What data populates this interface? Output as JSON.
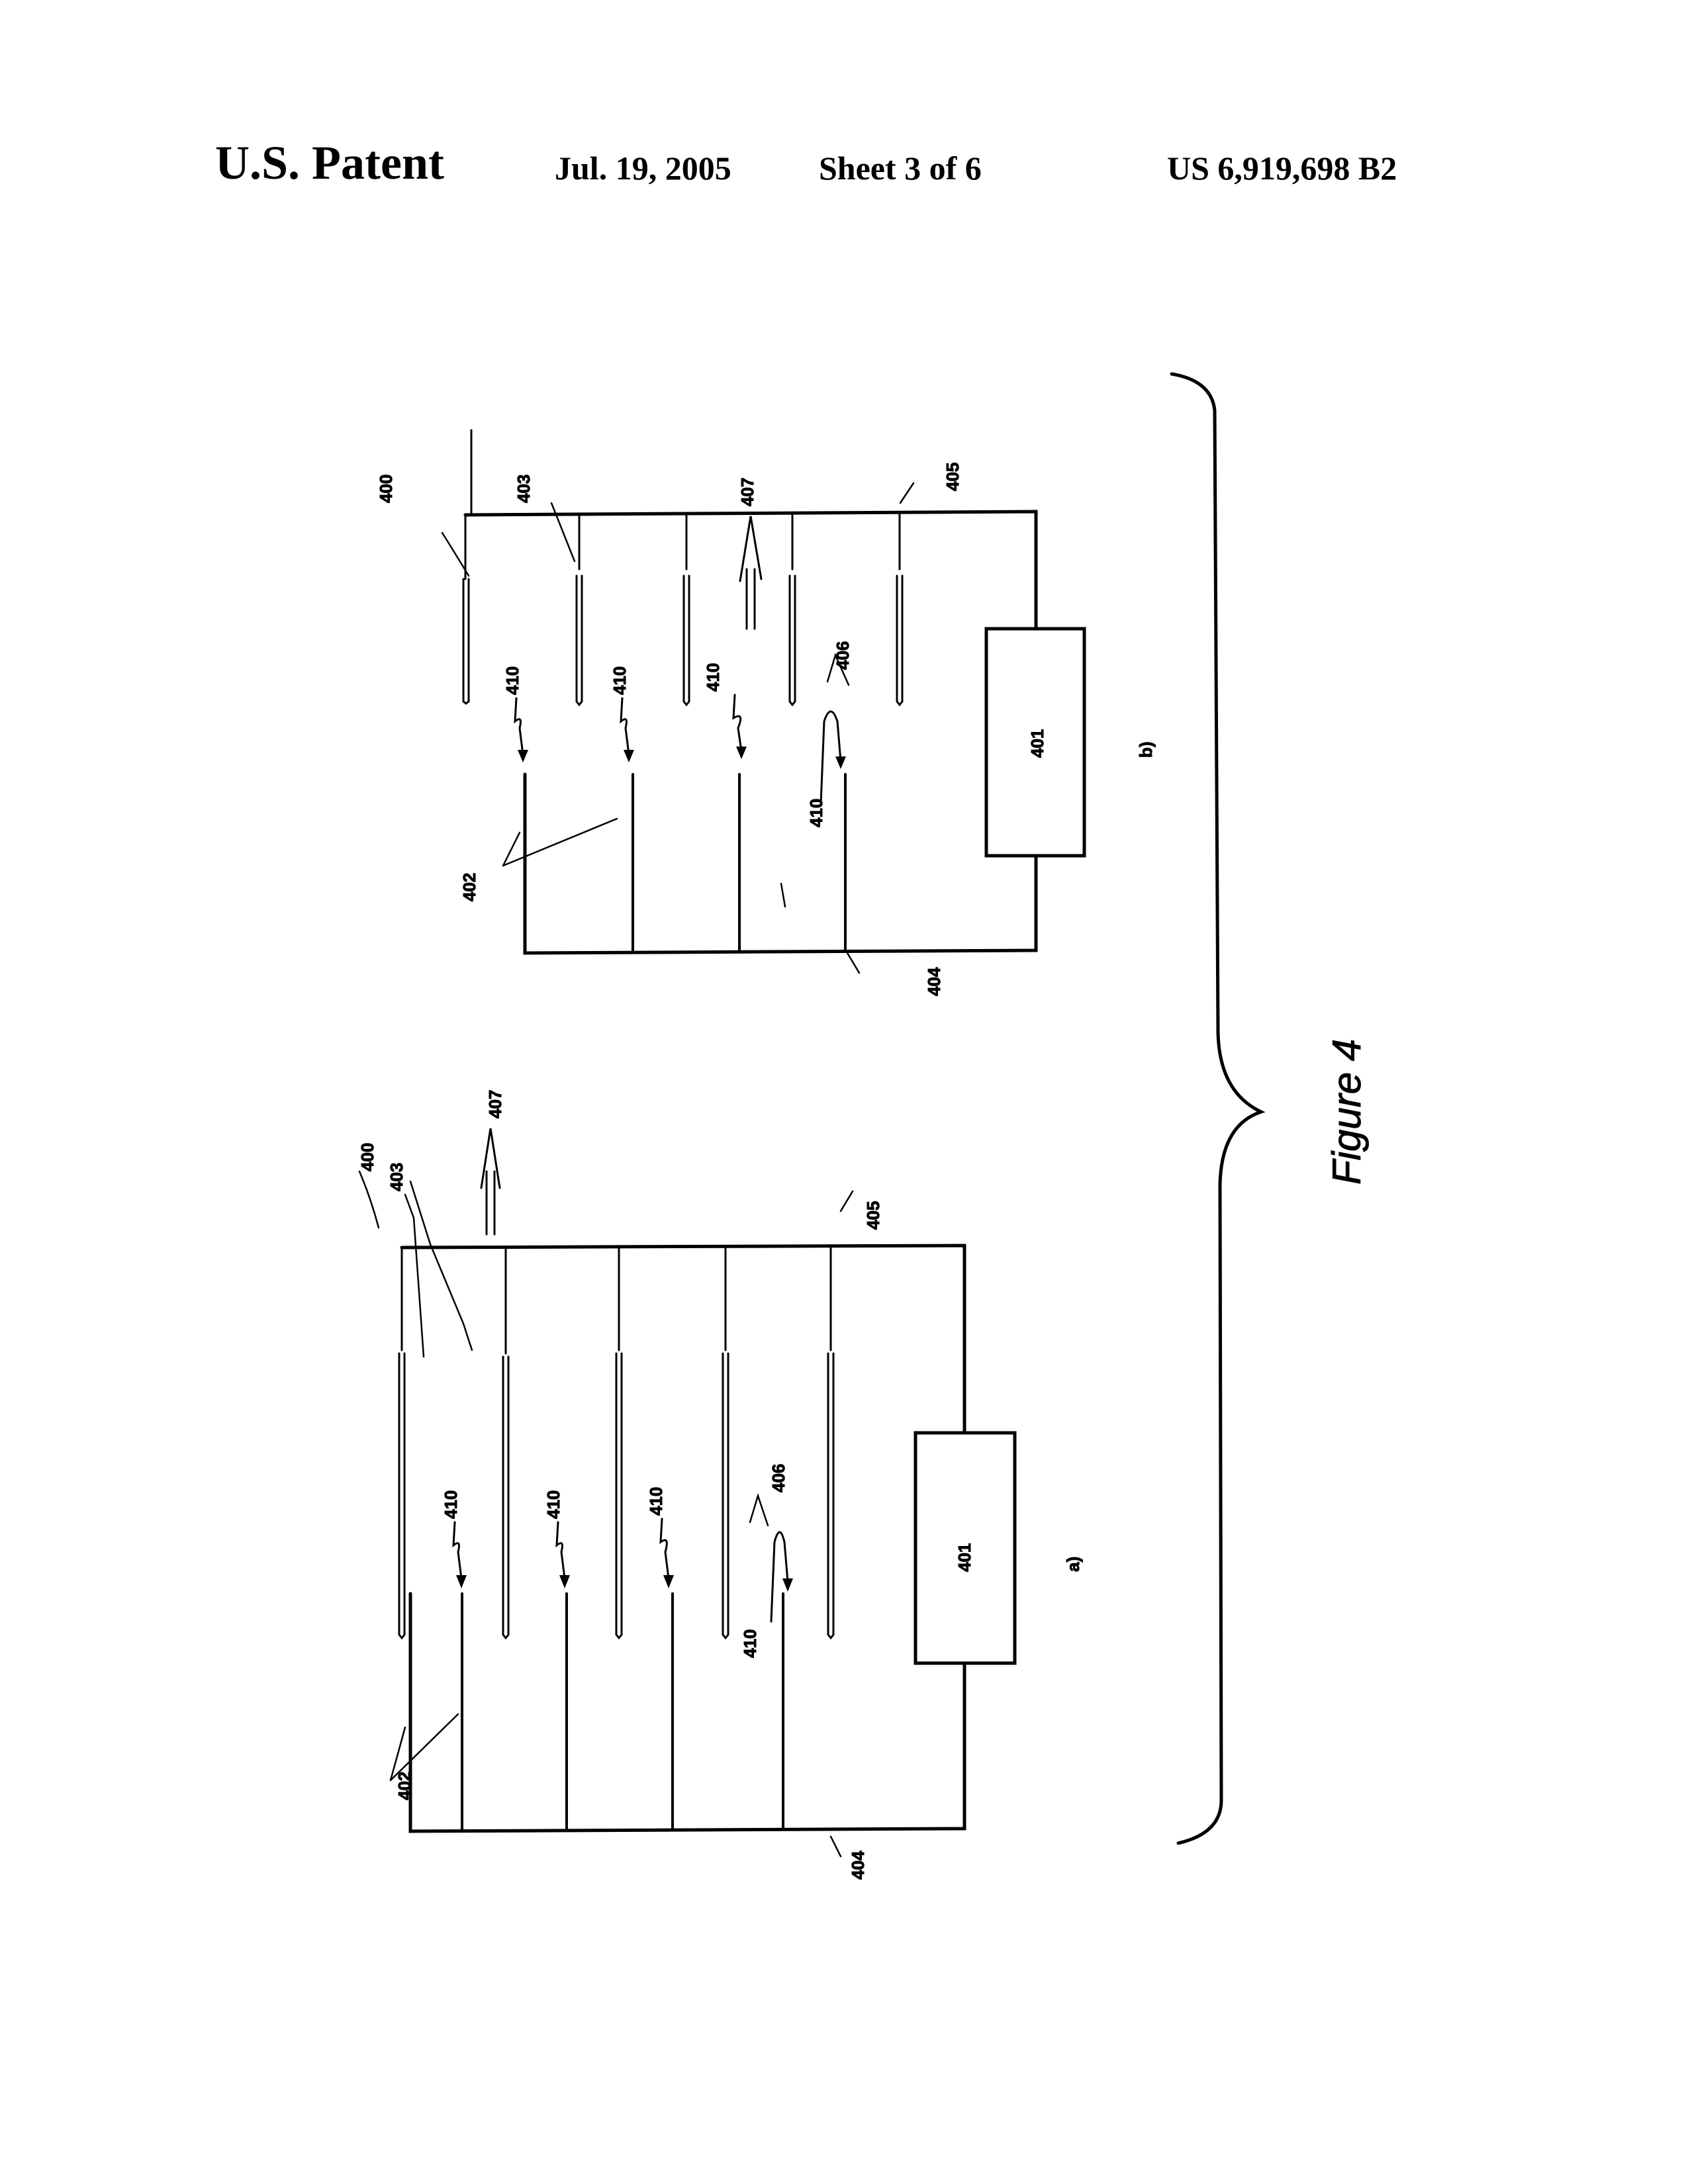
{
  "header": {
    "title": "U.S. Patent",
    "date": "Jul. 19, 2005",
    "sheet": "Sheet 3 of 6",
    "patent_number": "US 6,919,698 B2"
  },
  "figure": {
    "caption": "Figure 4",
    "subfigures": [
      {
        "id": "b",
        "label": "b)",
        "labels": {
          "assembly": "400",
          "power_source": "401",
          "lower_electrodes": "402",
          "upper_electrodes": "403",
          "lower_bus": "404",
          "upper_bus": "405",
          "gap": "406",
          "output_arrow": "407",
          "discharge": [
            "410",
            "410",
            "410",
            "410"
          ]
        }
      },
      {
        "id": "a",
        "label": "a)",
        "labels": {
          "assembly": "400",
          "power_source": "401",
          "lower_electrodes": "402",
          "upper_electrodes": "403",
          "lower_bus": "404",
          "upper_bus": "405",
          "gap": "406",
          "output_arrow": "407",
          "discharge": [
            "410",
            "410",
            "410",
            "410"
          ]
        }
      }
    ]
  }
}
